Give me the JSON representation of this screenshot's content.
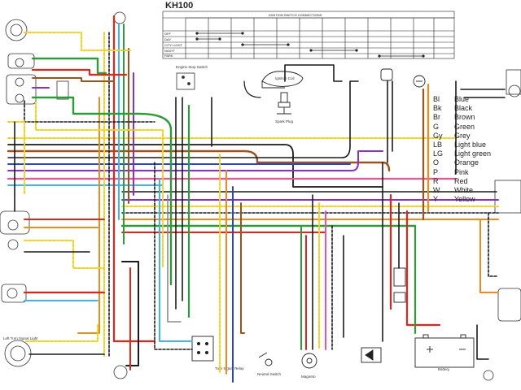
{
  "diagram": {
    "title": "KH100",
    "table": {
      "heading": "IGNITION SWITCH CONNECTIONS",
      "rows": [
        "OFF",
        "DAY",
        "CITY LIGHT",
        "NIGHT",
        "PARK"
      ]
    },
    "labels": {
      "ignition_coil": "Ignition Coil",
      "spark_plug": "Spark Plug",
      "engine_stop_switch": "Engine Stop Switch",
      "turn_signal_relay": "Turn Signal Relay",
      "battery": "Battery",
      "magneto": "Magneto",
      "neutral_switch": "Neutral Switch",
      "front_turn_signal_light": "Left Turn Signal Light"
    },
    "legend": [
      {
        "code": "Bl",
        "name": "Blue"
      },
      {
        "code": "Bk",
        "name": "Black"
      },
      {
        "code": "Br",
        "name": "Brown"
      },
      {
        "code": "G",
        "name": "Green"
      },
      {
        "code": "Gy",
        "name": "Grey"
      },
      {
        "code": "LB",
        "name": "Light blue"
      },
      {
        "code": "LG",
        "name": "Light green"
      },
      {
        "code": "O",
        "name": "Orange"
      },
      {
        "code": "P",
        "name": "Pink"
      },
      {
        "code": "R",
        "name": "Red"
      },
      {
        "code": "W",
        "name": "White"
      },
      {
        "code": "Y",
        "name": "Yellow"
      }
    ],
    "wire_colors": {
      "black": "#1a1a1a",
      "red": "#e0261b",
      "green": "#2e9a3a",
      "brown": "#a0521d",
      "blue": "#2b45c9",
      "light_blue": "#3fb5e8",
      "pink": "#e9559a",
      "yellow": "#f2d21a",
      "orange": "#f08a1c",
      "purple": "#8a2fc9",
      "gray": "#8a8a8a"
    }
  }
}
